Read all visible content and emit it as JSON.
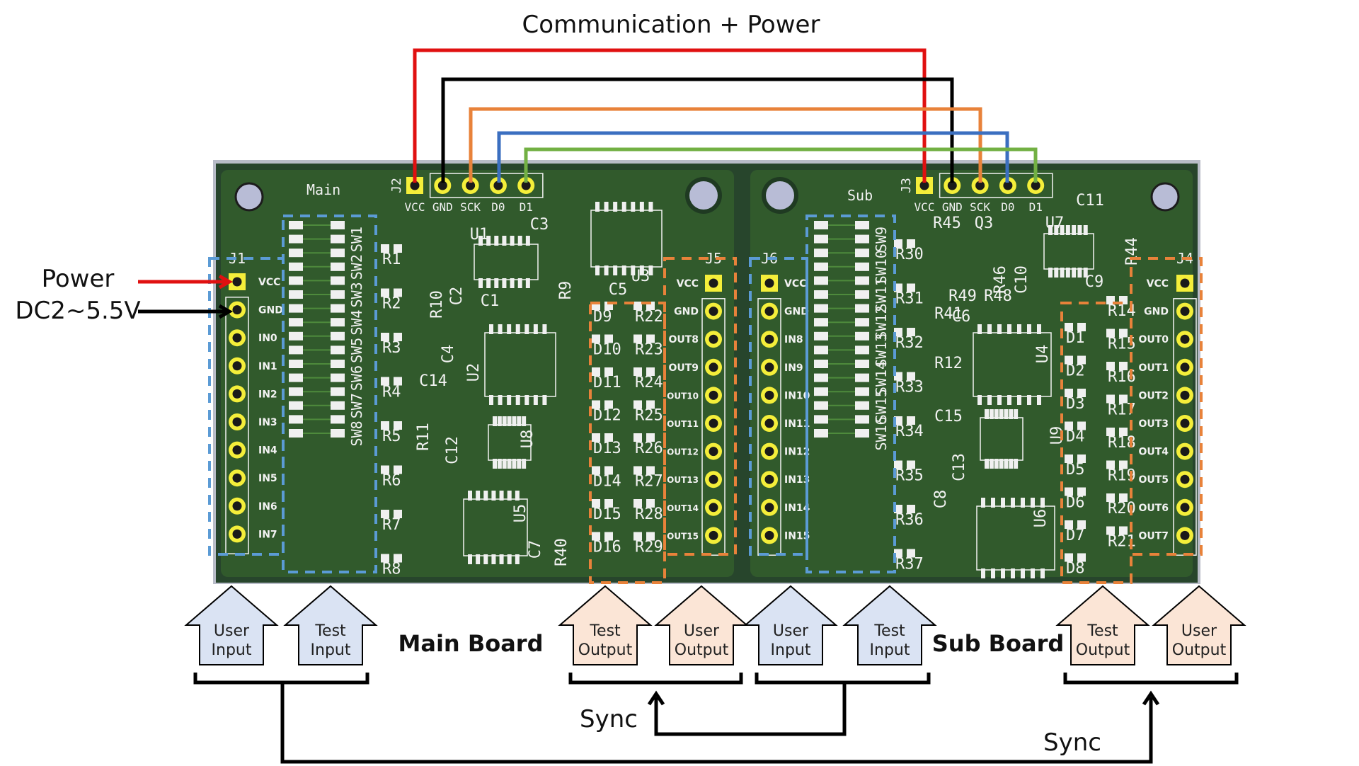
{
  "title": "Communication + Power",
  "power_label": {
    "line1": "Power",
    "line2": "DC2~5.5V"
  },
  "colors": {
    "pcb": "#27452c",
    "pcb_fill": "#3b6b2e",
    "pcb_edge": "#b8bcc8",
    "pad_yellow": "#f4ee3a",
    "silkscreen": "#f2f2f2",
    "wire_vcc": "#e01010",
    "wire_gnd": "#000000",
    "wire_sck": "#e8823a",
    "wire_d0": "#3b6fc0",
    "wire_d1": "#72b043",
    "input_group": "#5b9bd5",
    "output_group": "#e8823a",
    "input_arrow_fill": "#dae3f3",
    "output_arrow_fill": "#fbe5d6"
  },
  "wires": [
    {
      "signal": "VCC",
      "color_key": "wire_vcc"
    },
    {
      "signal": "GND",
      "color_key": "wire_gnd"
    },
    {
      "signal": "SCK",
      "color_key": "wire_sck"
    },
    {
      "signal": "D0",
      "color_key": "wire_d0"
    },
    {
      "signal": "D1",
      "color_key": "wire_d1"
    }
  ],
  "main_board": {
    "name_silk": "Main",
    "comm_connector": {
      "ref": "J2",
      "pins": [
        "VCC",
        "GND",
        "SCK",
        "D0",
        "D1"
      ]
    },
    "input_connector": {
      "ref": "J1",
      "pins": [
        "VCC",
        "GND",
        "IN0",
        "IN1",
        "IN2",
        "IN3",
        "IN4",
        "IN5",
        "IN6",
        "IN7"
      ]
    },
    "output_connector": {
      "ref": "J5",
      "pins": [
        "VCC",
        "GND",
        "OUT8",
        "OUT9",
        "OUT10",
        "OUT11",
        "OUT12",
        "OUT13",
        "OUT14",
        "OUT15"
      ]
    },
    "switches": [
      "SW1",
      "SW2",
      "SW3",
      "SW4",
      "SW5",
      "SW6",
      "SW7",
      "SW8"
    ],
    "switch_resistors": [
      "R1",
      "R2",
      "R3",
      "R4",
      "R5",
      "R6",
      "R7",
      "R8"
    ],
    "leds": [
      "D9",
      "D10",
      "D11",
      "D12",
      "D13",
      "D14",
      "D15",
      "D16"
    ],
    "led_resistors": [
      "R22",
      "R23",
      "R24",
      "R25",
      "R26",
      "R27",
      "R28",
      "R29"
    ],
    "misc_labels": [
      "U1",
      "C3",
      "R10",
      "C2",
      "C1",
      "R9",
      "U3",
      "C5",
      "C4",
      "U2",
      "C14",
      "R11",
      "C12",
      "U8",
      "U5",
      "C7",
      "R40"
    ]
  },
  "sub_board": {
    "name_silk": "Sub",
    "comm_connector": {
      "ref": "J3",
      "pins": [
        "VCC",
        "GND",
        "SCK",
        "D0",
        "D1"
      ]
    },
    "input_connector": {
      "ref": "J6",
      "pins": [
        "VCC",
        "GND",
        "IN8",
        "IN9",
        "IN10",
        "IN11",
        "IN12",
        "IN13",
        "IN14",
        "IN15"
      ]
    },
    "output_connector": {
      "ref": "J4",
      "pins": [
        "VCC",
        "GND",
        "OUT0",
        "OUT1",
        "OUT2",
        "OUT3",
        "OUT4",
        "OUT5",
        "OUT6",
        "OUT7"
      ]
    },
    "switches": [
      "SW9",
      "SW10",
      "SW11",
      "SW12",
      "SW13",
      "SW14",
      "SW15",
      "SW16"
    ],
    "switch_resistors": [
      "R30",
      "R31",
      "R32",
      "R33",
      "R34",
      "R35",
      "R36",
      "R37"
    ],
    "leds": [
      "D1",
      "D2",
      "D3",
      "D4",
      "D5",
      "D6",
      "D7",
      "D8"
    ],
    "led_resistors": [
      "R14",
      "R15",
      "R16",
      "R17",
      "R18",
      "R19",
      "R20",
      "R21"
    ],
    "misc_labels": [
      "R45",
      "Q3",
      "U7",
      "C11",
      "R44",
      "R46",
      "C10",
      "C9",
      "R49",
      "R48",
      "R41",
      "C6",
      "U4",
      "R12",
      "C15",
      "U9",
      "C13",
      "C8",
      "U6"
    ]
  },
  "arrows": [
    {
      "line1": "User",
      "line2": "Input",
      "kind": "input"
    },
    {
      "line1": "Test",
      "line2": "Input",
      "kind": "input"
    },
    {
      "line1": "Test",
      "line2": "Output",
      "kind": "output"
    },
    {
      "line1": "User",
      "line2": "Output",
      "kind": "output"
    },
    {
      "line1": "User",
      "line2": "Input",
      "kind": "input"
    },
    {
      "line1": "Test",
      "line2": "Input",
      "kind": "input"
    },
    {
      "line1": "Test",
      "line2": "Output",
      "kind": "output"
    },
    {
      "line1": "User",
      "line2": "Output",
      "kind": "output"
    }
  ],
  "board_labels": {
    "main": "Main Board",
    "sub": "Sub Board"
  },
  "sync_labels": {
    "inner": "Sync",
    "outer": "Sync"
  }
}
